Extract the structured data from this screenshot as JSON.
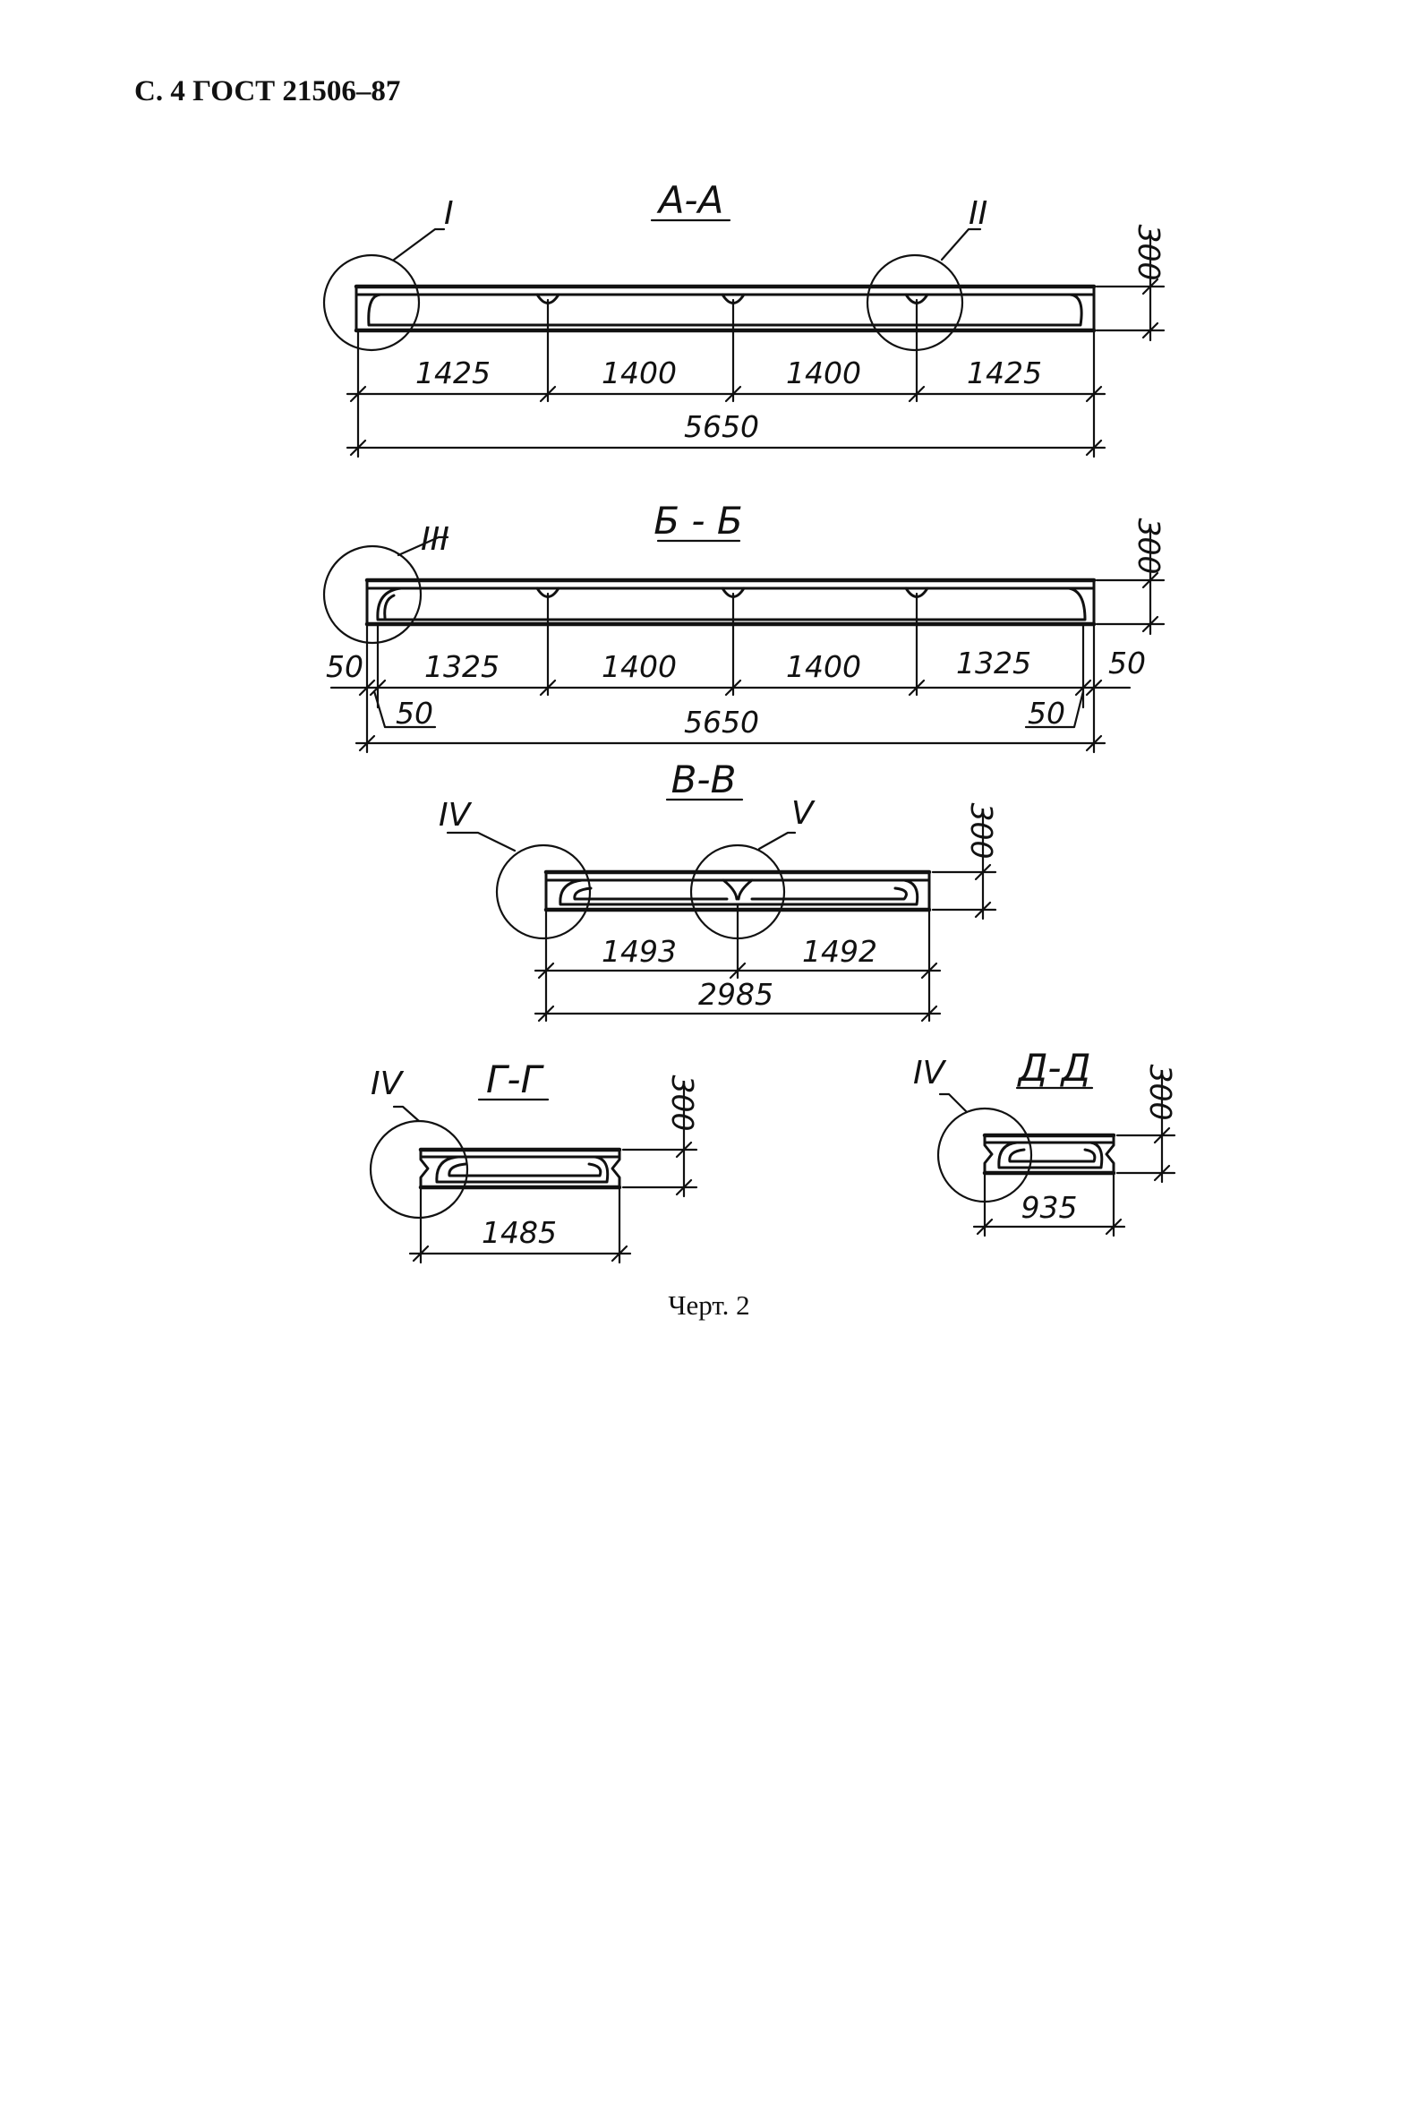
{
  "header": {
    "page_ref": "С. 4 ГОСТ 21506–87"
  },
  "sections": {
    "aa": {
      "title": "А-А",
      "leaders": [
        "I",
        "II"
      ],
      "dims": [
        "1425",
        "1400",
        "1400",
        "1425"
      ],
      "total": "5650",
      "height": "300"
    },
    "bb": {
      "title": "Б - Б",
      "leaders": [
        "III"
      ],
      "dims": [
        "1325",
        "1400",
        "1400",
        "1325"
      ],
      "edge_dims": [
        "50",
        "50",
        "50",
        "50"
      ],
      "total": "5650",
      "height": "300"
    },
    "vv": {
      "title": "В-В",
      "leaders": [
        "IV",
        "V"
      ],
      "dims": [
        "1493",
        "1492"
      ],
      "total": "2985",
      "height": "300"
    },
    "gg": {
      "title": "Г-Г",
      "leaders": [
        "IV"
      ],
      "total": "1485",
      "height": "300"
    },
    "dd": {
      "title": "Д-Д",
      "leaders": [
        "IV"
      ],
      "total": "935",
      "height": "300"
    }
  },
  "caption": "Черт. 2"
}
